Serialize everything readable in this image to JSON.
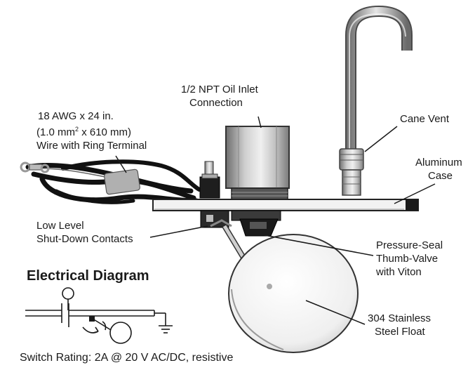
{
  "labels": {
    "oil_inlet_1": "1/2 NPT Oil Inlet",
    "oil_inlet_2": "Connection",
    "wire_1": "18 AWG x 24 in.",
    "wire_2a": "(1.0 mm",
    "wire_2sup": "2",
    "wire_2b": " x 610 mm)",
    "wire_3": "Wire with Ring Terminal",
    "cane_vent": "Cane Vent",
    "aluminum_1": "Aluminum",
    "aluminum_2": "Case",
    "low_level_1": "Low Level",
    "low_level_2": "Shut-Down Contacts",
    "pressure_1": "Pressure-Seal",
    "pressure_2": "Thumb-Valve",
    "pressure_3": "with Viton",
    "float_1": "304 Stainless",
    "float_2": "Steel Float",
    "diagram_title": "Electrical Diagram",
    "switch_rating": "Switch Rating: 2A @ 20 V AC/DC, resistive"
  },
  "colors": {
    "text": "#1a1a1a",
    "metal": "#b9b9b9",
    "dark": "#111111",
    "float": "#f2f2f2"
  }
}
